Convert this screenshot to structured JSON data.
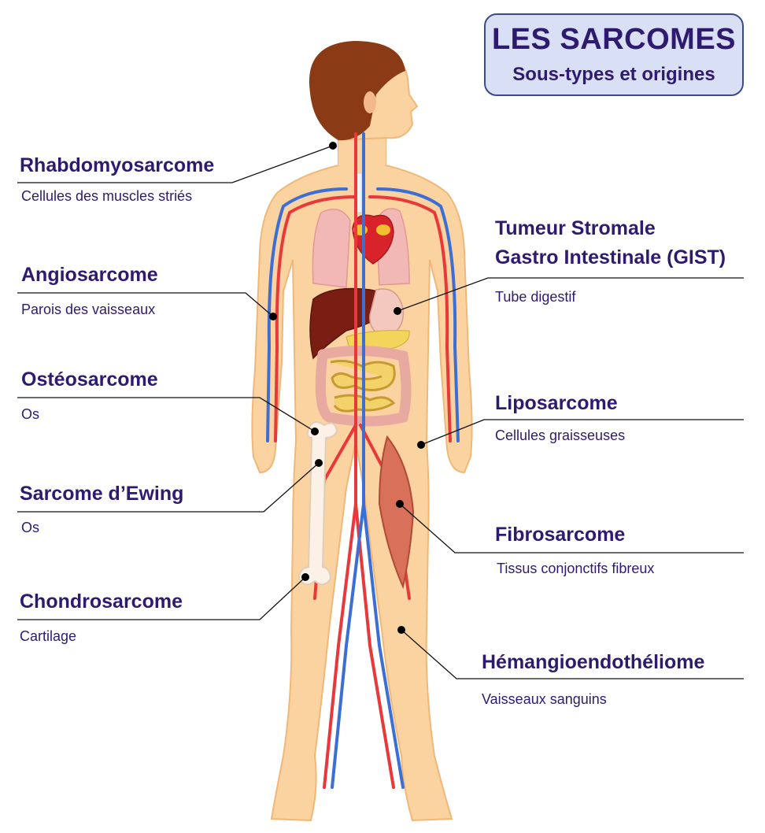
{
  "title": {
    "main": "LES SARCOMES",
    "subtitle": "Sous-types et origines"
  },
  "colors": {
    "text": "#2e1a6e",
    "skin": "#fbd3a0",
    "hair": "#8a3a14",
    "artery": "#e8383a",
    "vein": "#3c6fd6",
    "title_box": "#d9e0f6"
  },
  "annotations": [
    {
      "id": "rhabdomyosarcome",
      "name": "Rhabdomyosarcome",
      "origin": "Cellules des muscles striés"
    },
    {
      "id": "angiosarcome",
      "name": "Angiosarcome",
      "origin": "Parois des vaisseaux"
    },
    {
      "id": "osteosarcome",
      "name": "Ostéosarcome",
      "origin": "Os"
    },
    {
      "id": "ewing",
      "name": "Sarcome d’Ewing",
      "origin": "Os"
    },
    {
      "id": "chondrosarcome",
      "name": "Chondrosarcome",
      "origin": "Cartilage"
    },
    {
      "id": "gist",
      "name_line1": "Tumeur Stromale",
      "name_line2": "Gastro Intestinale (GIST)",
      "origin": "Tube digestif"
    },
    {
      "id": "liposarcome",
      "name": "Liposarcome",
      "origin": "Cellules graisseuses"
    },
    {
      "id": "fibrosarcome",
      "name": "Fibrosarcome",
      "origin": "Tissus conjonctifs fibreux"
    },
    {
      "id": "hemangio",
      "name": "Hémangioendothéliome",
      "origin": "Vaisseaux sanguins"
    }
  ]
}
